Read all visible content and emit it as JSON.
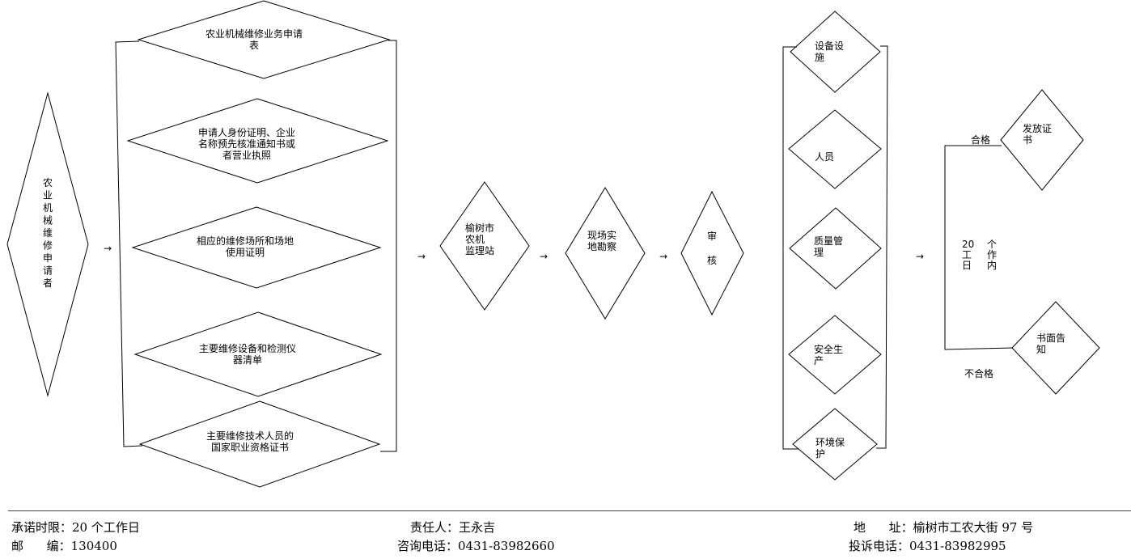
{
  "applicant": [
    "农",
    "业",
    "机",
    "械",
    "维",
    "修",
    "申",
    "请",
    "者"
  ],
  "documents": [
    [
      "农业机械维修业务申请",
      "表"
    ],
    [
      "申请人身份证明、企业",
      "名称预先核准通知书或",
      "者营业执照"
    ],
    [
      "相应的维修场所和场地",
      "使用证明"
    ],
    [
      "主要维修设备和检测仪",
      "器清单"
    ],
    [
      "主要维修技术人员的",
      "国家职业资格证书"
    ]
  ],
  "steps": [
    [
      "榆树市",
      "农机",
      "监理站"
    ],
    [
      "现场实",
      "地勘察"
    ],
    [
      "审",
      "核"
    ]
  ],
  "criteria": [
    [
      "设备设",
      "施"
    ],
    [
      "人员"
    ],
    [
      "质量管",
      "理"
    ],
    [
      "安全生",
      "产"
    ],
    [
      "环境保",
      "护"
    ]
  ],
  "results": {
    "pass_label": "合格",
    "pass_outcome": [
      "发放证",
      "书"
    ],
    "fail_label": "不合格",
    "fail_outcome": [
      "书面告",
      "知"
    ],
    "deadline_col1": [
      "20",
      "工",
      "日"
    ],
    "deadline_col2": [
      "个",
      "作",
      "内"
    ]
  },
  "arrow_glyph": "→",
  "footer": {
    "promise": "承诺时限：20 个工作日",
    "postcode": "邮      编：130400",
    "responsible": "责任人：王永吉",
    "consult": "咨询电话：0431-83982660",
    "address": "地      址：榆树市工农大街 97 号",
    "complaint": "投诉电话：0431-83982995"
  }
}
